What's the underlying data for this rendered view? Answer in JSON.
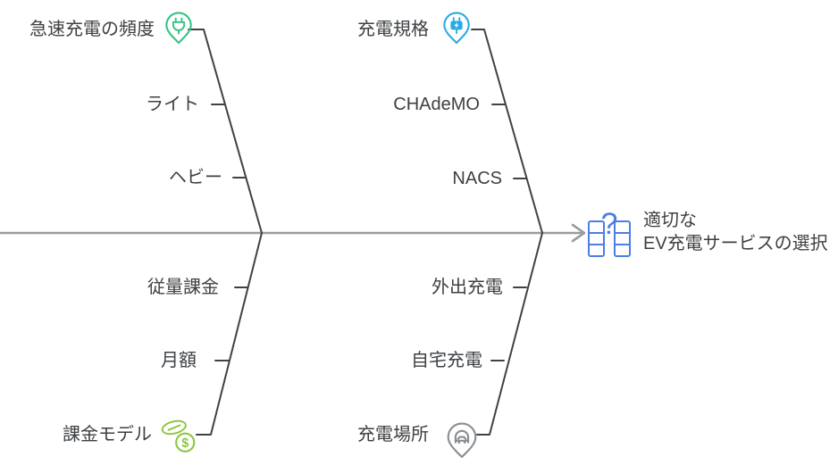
{
  "diagram": {
    "head": {
      "line1": "適切な",
      "line2": "EV充電サービスの選択",
      "question_glyph": "?",
      "icon": "comparison-question-icon",
      "icon_color": "#4D7EE3"
    },
    "branches": [
      {
        "position": "top-left",
        "label": "急速充電の頻度",
        "icon": "map-pin-plug-icon",
        "icon_color": "#33C481",
        "items": [
          "ライト",
          "ヘビー"
        ]
      },
      {
        "position": "top-right",
        "label": "充電規格",
        "icon": "map-pin-plug-bolt-icon",
        "icon_color": "#29ABE2",
        "items": [
          "CHAdeMO",
          "NACS"
        ]
      },
      {
        "position": "bottom-left",
        "label": "課金モデル",
        "icon": "banknote-coin-icon",
        "icon_color": "#8DC63F",
        "dollar_glyph": "$",
        "items": [
          "従量課金",
          "月額"
        ]
      },
      {
        "position": "bottom-right",
        "label": "充電場所",
        "icon": "map-pin-garage-icon",
        "icon_color": "#8A8D90",
        "items": [
          "外出充電",
          "自宅充電"
        ]
      }
    ],
    "colors": {
      "bone": "#3F4245",
      "spine": "#9B9B9B",
      "text": "#3D4043",
      "background": "#FFFFFF"
    }
  }
}
